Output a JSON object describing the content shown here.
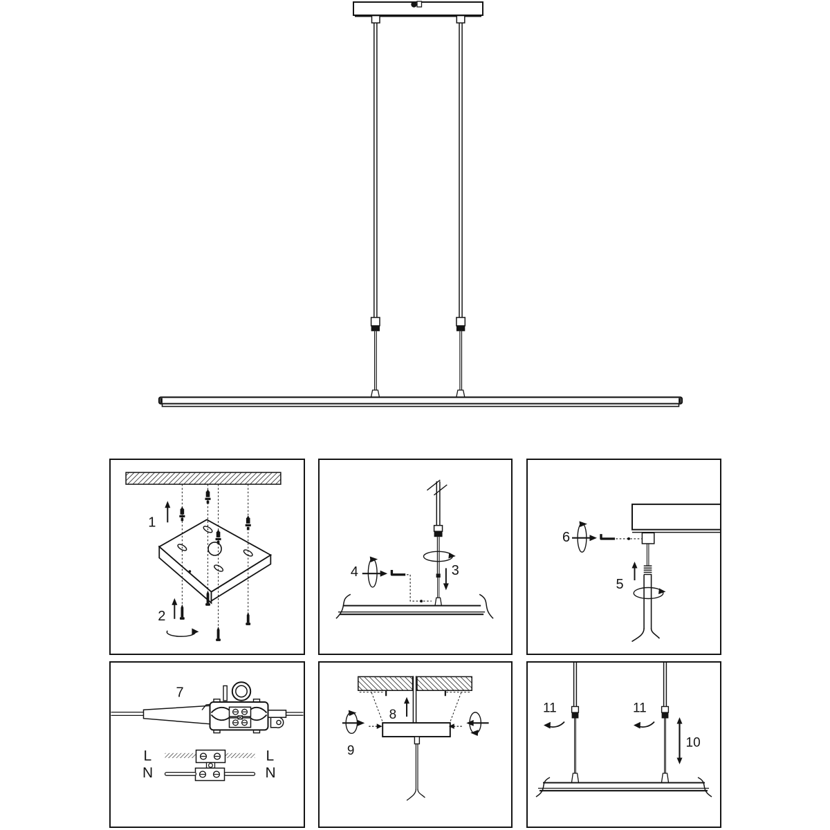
{
  "page": {
    "background": "#ffffff",
    "line_color": "#141414"
  },
  "figure": {
    "name": "pendant lamp assembly instruction sheet"
  },
  "steps": {
    "s1": "1",
    "s2": "2",
    "s3": "3",
    "s4": "4",
    "s5": "5",
    "s6": "6",
    "s7": "7",
    "s8": "8",
    "s9": "9",
    "s10": "10",
    "s11a": "11",
    "s11b": "11"
  },
  "wiring": {
    "live_left": "L",
    "live_right": "L",
    "neutral_left": "N",
    "neutral_right": "N"
  }
}
